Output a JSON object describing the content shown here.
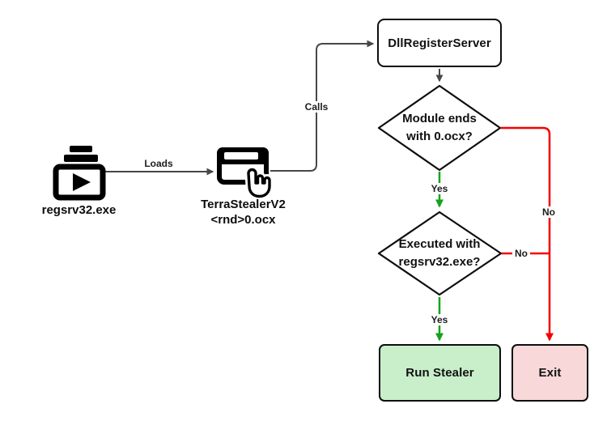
{
  "diagram": {
    "background": "#ffffff",
    "colors": {
      "wire_gray": "#474747",
      "wire_green": "#12a31c",
      "wire_red": "#f40000",
      "node_border": "#0d0d0d",
      "run_stealer_fill": "#c9eeca",
      "exit_fill": "#f8d8d8"
    },
    "nodes": {
      "regsrv32": {
        "icon": "executable-play-stack-icon",
        "label": "regsrv32.exe"
      },
      "terrastealer": {
        "icon": "clicked-module-hand-icon",
        "label_line1": "TerraStealerV2",
        "label_line2": "<rnd>0.ocx"
      },
      "dll_register_server": {
        "label": "DllRegisterServer"
      },
      "decision_module": {
        "label_line1": "Module ends",
        "label_line2": "with 0.ocx?"
      },
      "decision_executed": {
        "label_line1": "Executed with",
        "label_line2": "regsrv32.exe?"
      },
      "run_stealer": {
        "label": "Run Stealer"
      },
      "exit": {
        "label": "Exit"
      }
    },
    "edges": {
      "loads": {
        "label": "Loads"
      },
      "calls": {
        "label": "Calls"
      },
      "yes1": {
        "label": "Yes"
      },
      "yes2": {
        "label": "Yes"
      },
      "no1": {
        "label": "No"
      },
      "no2": {
        "label": "No"
      }
    }
  }
}
